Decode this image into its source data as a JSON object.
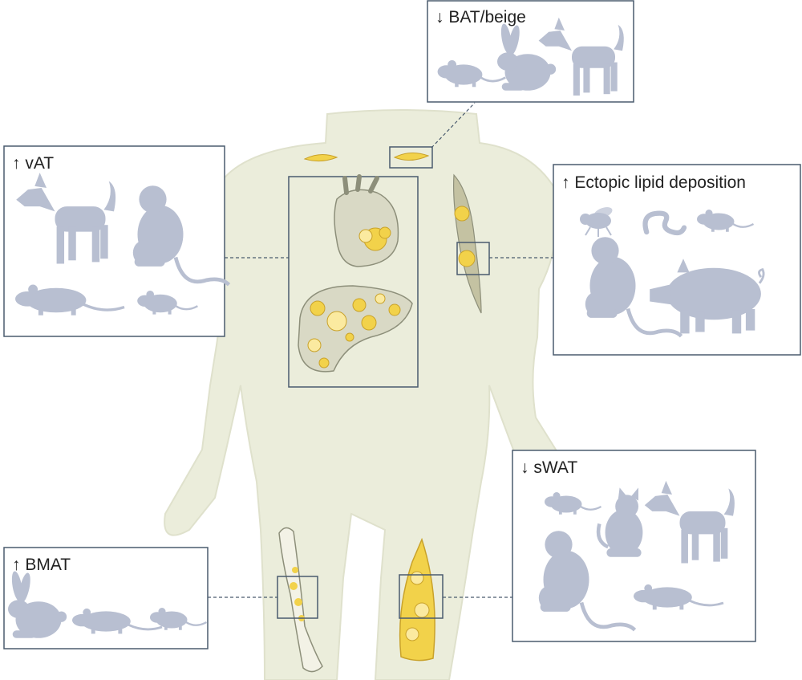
{
  "colors": {
    "body": "#ebeddb",
    "body_edge": "#dfe1cc",
    "animal": "#b8bfd1",
    "box_border": "#4a5b6e",
    "fat": "#f2d24a",
    "fat_light": "#fbeaa0",
    "fat_edge": "#c9a22a",
    "organ": "#d9d9c5",
    "organ_edge": "#8d8f7a",
    "muscle": "#c4c2a2",
    "bone": "#f3f2e6"
  },
  "panels": {
    "bat": {
      "label": "↓ BAT/beige",
      "animals": [
        "mouse-icon",
        "rabbit-icon",
        "dog-icon"
      ]
    },
    "vat": {
      "label": "↑ vAT",
      "animals": [
        "dog-icon",
        "monkey-icon",
        "rat-icon",
        "mouse-icon"
      ]
    },
    "ectopic": {
      "label": "↑ Ectopic lipid deposition",
      "animals": [
        "fly-icon",
        "worm-icon",
        "mouse-icon",
        "monkey-icon",
        "pig-icon"
      ]
    },
    "swat": {
      "label": "↓ sWAT",
      "animals": [
        "mouse-icon",
        "cat-icon",
        "dog-icon",
        "monkey-icon",
        "rat-icon"
      ]
    },
    "bmat": {
      "label": "↑ BMAT",
      "animals": [
        "rabbit-icon",
        "rat-icon",
        "mouse-icon"
      ]
    }
  },
  "body_regions": [
    "chest-organs",
    "clavicle-fat",
    "arm-muscle",
    "femur-bone",
    "thigh-fat"
  ]
}
